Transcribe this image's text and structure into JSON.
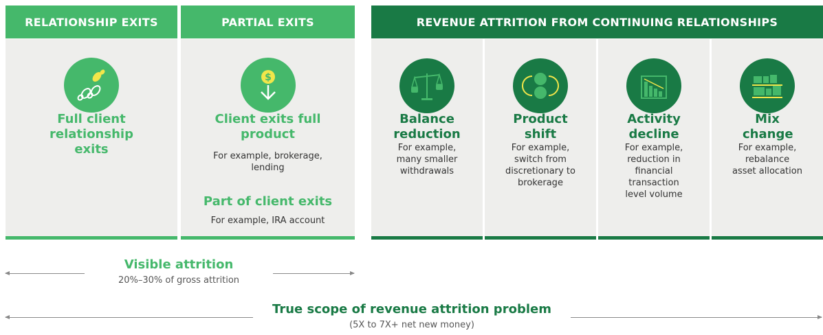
{
  "colors": {
    "light_green": "#45b86b",
    "dark_green": "#197a45",
    "panel": "#eeeeec"
  },
  "headers": {
    "relationship_exits": "RELATIONSHIP EXITS",
    "partial_exits": "PARTIAL EXITS",
    "revenue_attrition": "REVENUE ATTRITION FROM CONTINUING RELATIONSHIPS"
  },
  "relationship": {
    "icon": "footprints-icon",
    "title": "Full client relationship exits"
  },
  "partial": {
    "icon": "dollar-down-arrow-icon",
    "title1": "Client exits full product",
    "desc1": "For example, brokerage, lending",
    "title2": "Part of client exits",
    "desc2": "For example, IRA account"
  },
  "attrition": [
    {
      "icon": "balance-scale-icon",
      "title": "Balance reduction",
      "desc": "For example, many smaller withdrawals"
    },
    {
      "icon": "product-shift-icon",
      "title": "Product shift",
      "desc": "For example, switch from discretionary to brokerage"
    },
    {
      "icon": "declining-chart-icon",
      "title": "Activity decline",
      "desc": "For example, reduction in financial transaction level volume"
    },
    {
      "icon": "mix-blocks-icon",
      "title": "Mix change",
      "desc": "For example, rebalance asset allocation"
    }
  ],
  "visible": {
    "title": "Visible attrition",
    "sub": "20%–30% of gross attrition"
  },
  "true_scope": {
    "title": "True scope of revenue attrition problem",
    "sub": "(5X to 7X+ net new money)"
  }
}
